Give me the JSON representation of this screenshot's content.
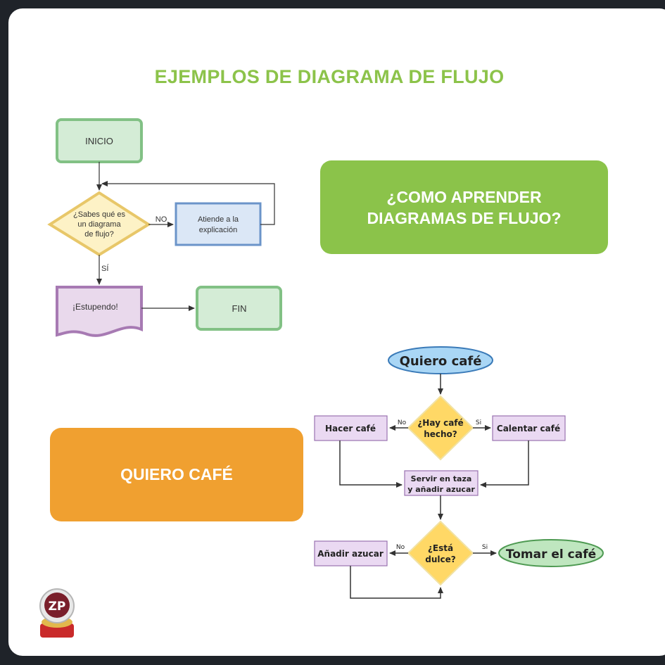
{
  "header": {
    "title": "EJEMPLOS DE DIAGRAMA DE FLUJO"
  },
  "callouts": {
    "learn": "¿COMO APRENDER\nDIAGRAMAS DE FLUJO?",
    "coffee": "QUIERO CAFÉ"
  },
  "flowchart_learn": {
    "start": "INICIO",
    "question_line1": "¿Sabes qué es",
    "question_line2": "un diagrama",
    "question_line3": "de flujo?",
    "no_label": "NO",
    "action_line1": "Atiende a la",
    "action_line2": "explicación",
    "yes_label": "SÍ",
    "result": "¡Estupendo!",
    "end": "FIN",
    "colors": {
      "terminal_fill": "#d4ecd6",
      "terminal_stroke": "#82c185",
      "decision_fill": "#fdf2c6",
      "decision_stroke": "#e8c769",
      "process_fill": "#dbe7f6",
      "process_stroke": "#6b94c9",
      "document_fill": "#e9d9ec",
      "document_stroke": "#a77ab3"
    }
  },
  "flowchart_coffee": {
    "start": "Quiero café",
    "q1_line1": "¿Hay café",
    "q1_line2": "hecho?",
    "q1_no": "No",
    "q1_yes": "Si",
    "make": "Hacer café",
    "heat": "Calentar café",
    "serve_line1": "Servir en taza",
    "serve_line2": "y añadir azucar",
    "q2_line1": "¿Está",
    "q2_line2": "dulce?",
    "q2_no": "No",
    "q2_yes": "Si",
    "add_sugar": "Añadir azucar",
    "end": "Tomar el café",
    "colors": {
      "start_fill": "#a9d6f5",
      "start_stroke": "#3a7ab8",
      "decision_fill": "#ffd866",
      "process_fill": "#ead9f2",
      "process_stroke": "#9a73b0",
      "end_fill": "#bfe6bf",
      "end_stroke": "#4e9a52"
    }
  },
  "logo": {
    "text": "ZP"
  }
}
